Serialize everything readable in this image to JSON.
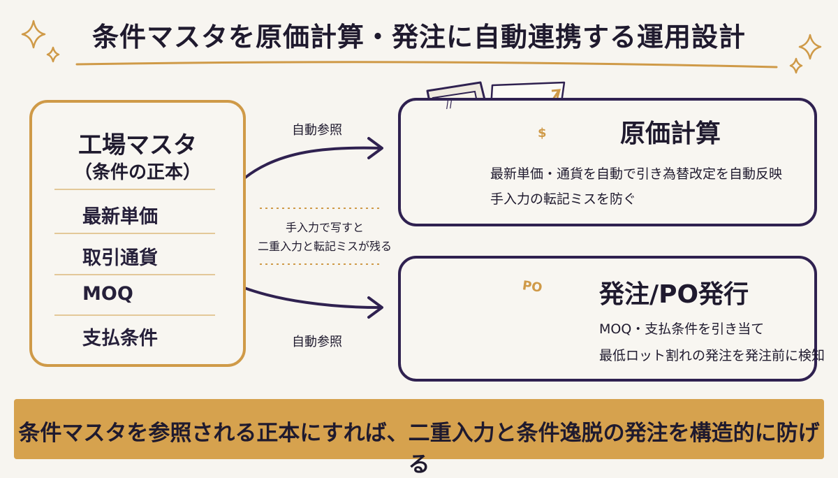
{
  "title": "条件マスタを原価計算・発注に自動連携する運用設計",
  "source": {
    "title": "工場マスタ",
    "subtitle": "（条件の正本）",
    "items": [
      "最新単価",
      "取引通貨",
      "MOQ",
      "支払条件"
    ]
  },
  "arrows": {
    "top_label": "自動参照",
    "bottom_label": "自動参照",
    "middle_note": [
      "手入力で写すと",
      "二重入力と転記ミスが残る"
    ]
  },
  "targets": [
    {
      "title": "原価計算",
      "lines": [
        "最新単価・通貨を自動で引き為替改定を自動反映",
        "手入力の転記ミスを防ぐ"
      ]
    },
    {
      "title": "発注/PO発行",
      "lines": [
        "MOQ・支払条件を引き当て",
        "最低ロット割れの発注を発注前に検知"
      ]
    }
  ],
  "illustrations": {
    "calculator_screen": "//",
    "chart_symbol": "$",
    "po_label": "PO"
  },
  "icons": [
    "sparkle-icon",
    "calculator-icon",
    "hand-icon",
    "chart-icon",
    "factory-icon",
    "po-document-icon"
  ],
  "banner": "条件マスタを参照される正本にすれば、二重入力と条件逸脱の発注を構造的に防げる",
  "colors": {
    "gold": "#cf9a48",
    "navy": "#2f2150",
    "banner": "#d6a24e",
    "background": "#f7f5f0"
  }
}
